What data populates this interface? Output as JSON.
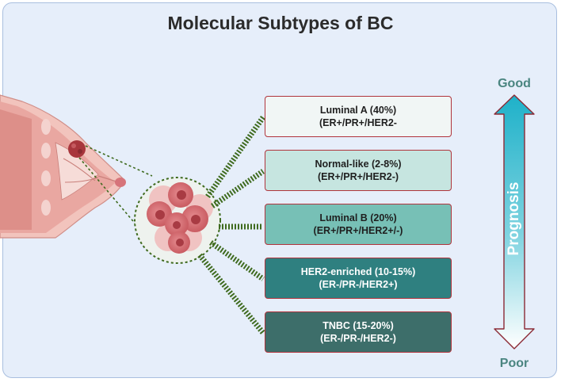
{
  "title": "Molecular Subtypes of BC",
  "subtypes": [
    {
      "name": "Luminal A (40%)",
      "markers": "(ER+/PR+/HER2-",
      "fill": "#f1f6f5",
      "text_color": "#1f1f1f"
    },
    {
      "name": "Normal-like (2-8%)",
      "markers": "(ER+/PR+/HER2-)",
      "fill": "#c6e5e0",
      "text_color": "#1f1f1f"
    },
    {
      "name": "Luminal B (20%)",
      "markers": "(ER+/PR+/HER2+/-)",
      "fill": "#77c0b6",
      "text_color": "#1f1f1f"
    },
    {
      "name": "HER2-enriched (10-15%)",
      "markers": "(ER-/PR-/HER2+)",
      "fill": "#2f8080",
      "text_color": "#ffffff"
    },
    {
      "name": "TNBC (15-20%)",
      "markers": "(ER-/PR-/HER2-)",
      "fill": "#3d6e6a",
      "text_color": "#ffffff"
    }
  ],
  "prognosis": {
    "label": "Prognosis",
    "top": "Good",
    "bottom": "Poor"
  },
  "colors": {
    "dashed_link": "#3f6b1f",
    "arrow_top": "#1eb1c9",
    "arrow_bottom": "#ffffff",
    "arrow_border": "#8b2a35",
    "tissue": "#e7a7a0",
    "tumor": "#a8363c"
  }
}
